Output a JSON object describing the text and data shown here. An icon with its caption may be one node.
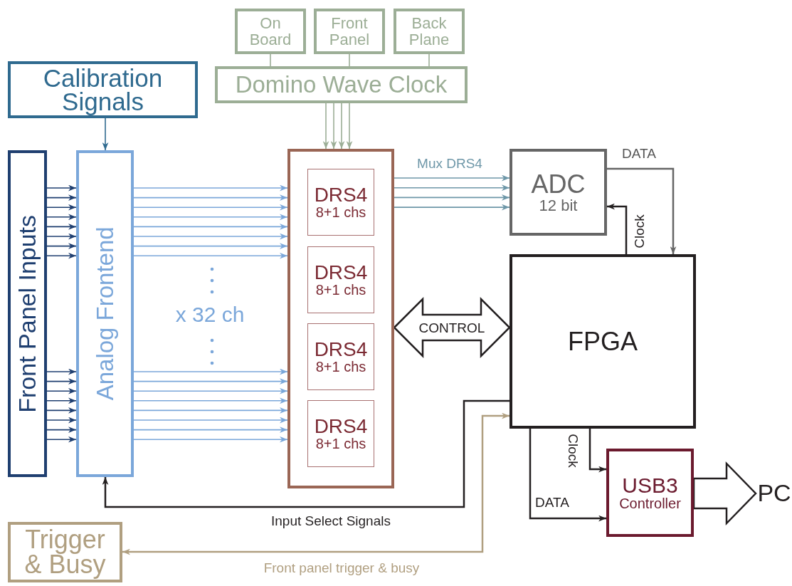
{
  "diagram": {
    "nodes": [
      {
        "text": [
          "On Board"
        ]
      },
      {
        "text": [
          "Front Panel"
        ]
      },
      {
        "text": [
          "Back Plane"
        ]
      },
      {
        "text": [
          "Domino Wave Clock"
        ]
      },
      {
        "text": [
          "Calibration Signals"
        ]
      },
      {
        "text": [
          "Front Panel Inputs"
        ]
      },
      {
        "text": [
          "Analog Frontend"
        ]
      },
      {
        "text": [],
        "shape": "box"
      },
      {
        "text": [
          "DRS4",
          "8+1 chs"
        ],
        "in": 7
      },
      {
        "text": [
          "DRS4",
          "8+1 chs"
        ],
        "in": 7
      },
      {
        "text": [
          "DRS4",
          "8+1 chs"
        ],
        "in": 7
      },
      {
        "text": [
          "DRS4",
          "8+1 chs"
        ],
        "in": 7
      },
      {
        "text": [
          "ADC",
          "12 bit"
        ]
      },
      {
        "text": [
          "FPGA"
        ]
      },
      {
        "text": [
          "USB3",
          "Controller"
        ]
      },
      {
        "text": [
          "PC"
        ]
      },
      {
        "text": [
          "Trigger & Busy"
        ]
      }
    ],
    "edges": [
      {
        "from": 0,
        "to": 3,
        "arrow": "none",
        "color": "#9cae96"
      },
      {
        "from": 1,
        "to": 3,
        "arrow": "none",
        "color": "#9cae96"
      },
      {
        "from": 2,
        "to": 3,
        "arrow": "none",
        "color": "#9cae96"
      },
      {
        "from": 3,
        "to": 7,
        "arrow": "to",
        "color": "#9cae96"
      },
      {
        "from": 3,
        "to": 7,
        "arrow": "to",
        "color": "#9cae96"
      },
      {
        "from": 3,
        "to": 7,
        "arrow": "to",
        "color": "#9cae96"
      },
      {
        "from": 3,
        "to": 7,
        "arrow": "to",
        "color": "#9cae96"
      },
      {
        "from": 4,
        "to": 6,
        "arrow": "to",
        "color": "#2f6a8f"
      },
      {
        "from": 5,
        "to": 6,
        "arrow": "to",
        "color": "#1f3f70"
      },
      {
        "from": 5,
        "to": 6,
        "arrow": "to",
        "color": "#1f3f70"
      },
      {
        "from": 5,
        "to": 6,
        "arrow": "to",
        "color": "#1f3f70"
      },
      {
        "from": 5,
        "to": 6,
        "arrow": "to",
        "color": "#1f3f70"
      },
      {
        "from": 5,
        "to": 6,
        "arrow": "to",
        "color": "#1f3f70"
      },
      {
        "from": 5,
        "to": 6,
        "arrow": "to",
        "color": "#1f3f70"
      },
      {
        "from": 5,
        "to": 6,
        "arrow": "to",
        "color": "#1f3f70"
      },
      {
        "from": 5,
        "to": 6,
        "arrow": "to",
        "color": "#1f3f70"
      },
      {
        "from": 5,
        "to": 6,
        "arrow": "to",
        "color": "#1f3f70"
      },
      {
        "from": 5,
        "to": 6,
        "arrow": "to",
        "color": "#1f3f70"
      },
      {
        "from": 5,
        "to": 6,
        "arrow": "to",
        "color": "#1f3f70"
      },
      {
        "from": 5,
        "to": 6,
        "arrow": "to",
        "color": "#1f3f70"
      },
      {
        "from": 5,
        "to": 6,
        "arrow": "to",
        "color": "#1f3f70"
      },
      {
        "from": 5,
        "to": 6,
        "arrow": "to",
        "color": "#1f3f70"
      },
      {
        "from": 5,
        "to": 6,
        "arrow": "to",
        "color": "#1f3f70"
      },
      {
        "from": 5,
        "to": 6,
        "arrow": "to",
        "color": "#1f3f70"
      },
      {
        "from": 6,
        "to": 7,
        "arrow": "to",
        "color": "#7ba7da"
      },
      {
        "from": 6,
        "to": 7,
        "arrow": "to",
        "color": "#7ba7da"
      },
      {
        "from": 6,
        "to": 7,
        "arrow": "to",
        "color": "#7ba7da"
      },
      {
        "from": 6,
        "to": 7,
        "arrow": "to",
        "color": "#7ba7da"
      },
      {
        "from": 6,
        "to": 7,
        "arrow": "to",
        "color": "#7ba7da"
      },
      {
        "from": 6,
        "to": 7,
        "arrow": "to",
        "color": "#7ba7da"
      },
      {
        "from": 6,
        "to": 7,
        "arrow": "to",
        "color": "#7ba7da"
      },
      {
        "from": 6,
        "to": 7,
        "arrow": "to",
        "color": "#7ba7da"
      },
      {
        "from": 6,
        "to": 7,
        "arrow": "to",
        "color": "#7ba7da"
      },
      {
        "from": 6,
        "to": 7,
        "arrow": "to",
        "color": "#7ba7da"
      },
      {
        "from": 6,
        "to": 7,
        "arrow": "to",
        "color": "#7ba7da"
      },
      {
        "from": 6,
        "to": 7,
        "arrow": "to",
        "color": "#7ba7da"
      },
      {
        "from": 6,
        "to": 7,
        "arrow": "to",
        "color": "#7ba7da"
      },
      {
        "from": 6,
        "to": 7,
        "arrow": "to",
        "color": "#7ba7da"
      },
      {
        "from": 6,
        "to": 7,
        "arrow": "to",
        "color": "#7ba7da"
      },
      {
        "from": 6,
        "to": 7,
        "arrow": "to",
        "color": "#7ba7da"
      },
      {
        "from": 7,
        "to": 12,
        "arrow": "to",
        "color": "#6e97a8"
      },
      {
        "from": 7,
        "to": 12,
        "arrow": "to",
        "color": "#6e97a8"
      },
      {
        "from": 7,
        "to": 12,
        "arrow": "to",
        "color": "#6e97a8"
      },
      {
        "from": 7,
        "to": 12,
        "arrow": "to",
        "color": "#6e97a8"
      },
      {
        "from": 12,
        "to": 13,
        "arrow": "to",
        "label": "DATA",
        "color": "#666666"
      },
      {
        "from": 13,
        "to": 12,
        "arrow": "to",
        "label": "Clock",
        "color": "#231f20"
      },
      {
        "from": 7,
        "to": 13,
        "arrow": "both",
        "label": "CONTROL",
        "style": "thick",
        "color": "#231f20"
      },
      {
        "from": 13,
        "to": 6,
        "arrow": "to",
        "label": "Input Select Signals",
        "color": "#231f20"
      },
      {
        "from": 16,
        "to": 13,
        "arrow": "both",
        "label": "Front panel trigger & busy",
        "color": "#b09f80"
      },
      {
        "from": 13,
        "to": 14,
        "arrow": "to",
        "label": "Clock",
        "color": "#231f20"
      },
      {
        "from": 13,
        "to": 14,
        "arrow": "to",
        "label": "DATA",
        "color": "#231f20"
      },
      {
        "from": 14,
        "to": 15,
        "arrow": "to",
        "style": "thick",
        "color": "#231f20"
      }
    ],
    "labels": [
      "Mux DRS4",
      "x 32 ch"
    ]
  }
}
